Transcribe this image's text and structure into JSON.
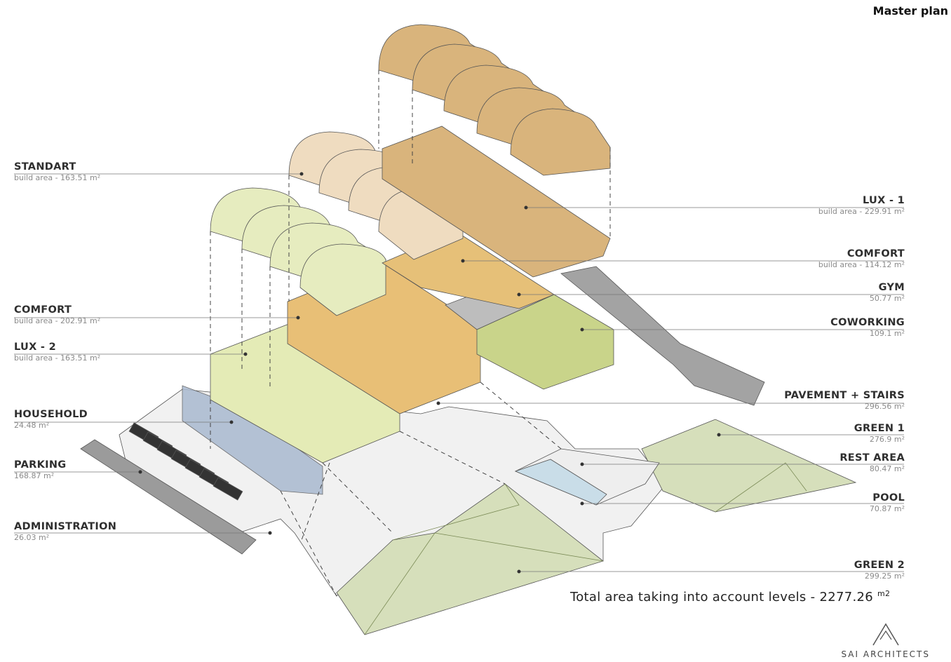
{
  "title": "Master plan",
  "labels_left": [
    {
      "id": "standart",
      "name": "STANDART",
      "sub": "build area - 163.51 m²"
    },
    {
      "id": "comfort-left",
      "name": "COMFORT",
      "sub": "build area - 202.91 m²"
    },
    {
      "id": "lux-2",
      "name": "LUX - 2",
      "sub": "build area - 163.51 m²"
    },
    {
      "id": "household",
      "name": "HOUSEHOLD",
      "sub": "24.48 m²"
    },
    {
      "id": "parking",
      "name": "PARKING",
      "sub": "168.87 m²"
    },
    {
      "id": "administration",
      "name": "ADMINISTRATION",
      "sub": "26.03 m²"
    }
  ],
  "labels_right": [
    {
      "id": "lux-1",
      "name": "LUX - 1",
      "sub": "build area - 229.91 m²"
    },
    {
      "id": "comfort-right",
      "name": "COMFORT",
      "sub": "build area - 114.12 m²"
    },
    {
      "id": "gym",
      "name": "GYM",
      "sub": "50.77 m²"
    },
    {
      "id": "coworking",
      "name": "COWORKING",
      "sub": "109.1 m²"
    },
    {
      "id": "pavement",
      "name": "PAVEMENT + STAIRS",
      "sub": "296.56 m²"
    },
    {
      "id": "green-1",
      "name": "GREEN 1",
      "sub": "276.9 m²"
    },
    {
      "id": "rest-area",
      "name": "REST AREA",
      "sub": "80.47 m²"
    },
    {
      "id": "pool",
      "name": "POOL",
      "sub": "70.87 m²"
    },
    {
      "id": "green-2",
      "name": "GREEN 2",
      "sub": "299.25 m²"
    }
  ],
  "total": {
    "text": "Total area taking into account levels - 2277.26",
    "unit": "m2"
  },
  "logo": {
    "text": "SAI ARCHITECTS"
  },
  "colors": {
    "lux1": "#d9b47c",
    "standart": "#efdcc0",
    "standart_top": "#e6ecbf",
    "comfort": "#e8bf76",
    "lux2": "#e4ebb6",
    "gym": "#b9b9b9",
    "coworking": "#c9d48a",
    "green": "#d4ddb4",
    "pool": "#c9dde8",
    "household": "#a9b9d0",
    "pavement": "#9c9c9c"
  }
}
